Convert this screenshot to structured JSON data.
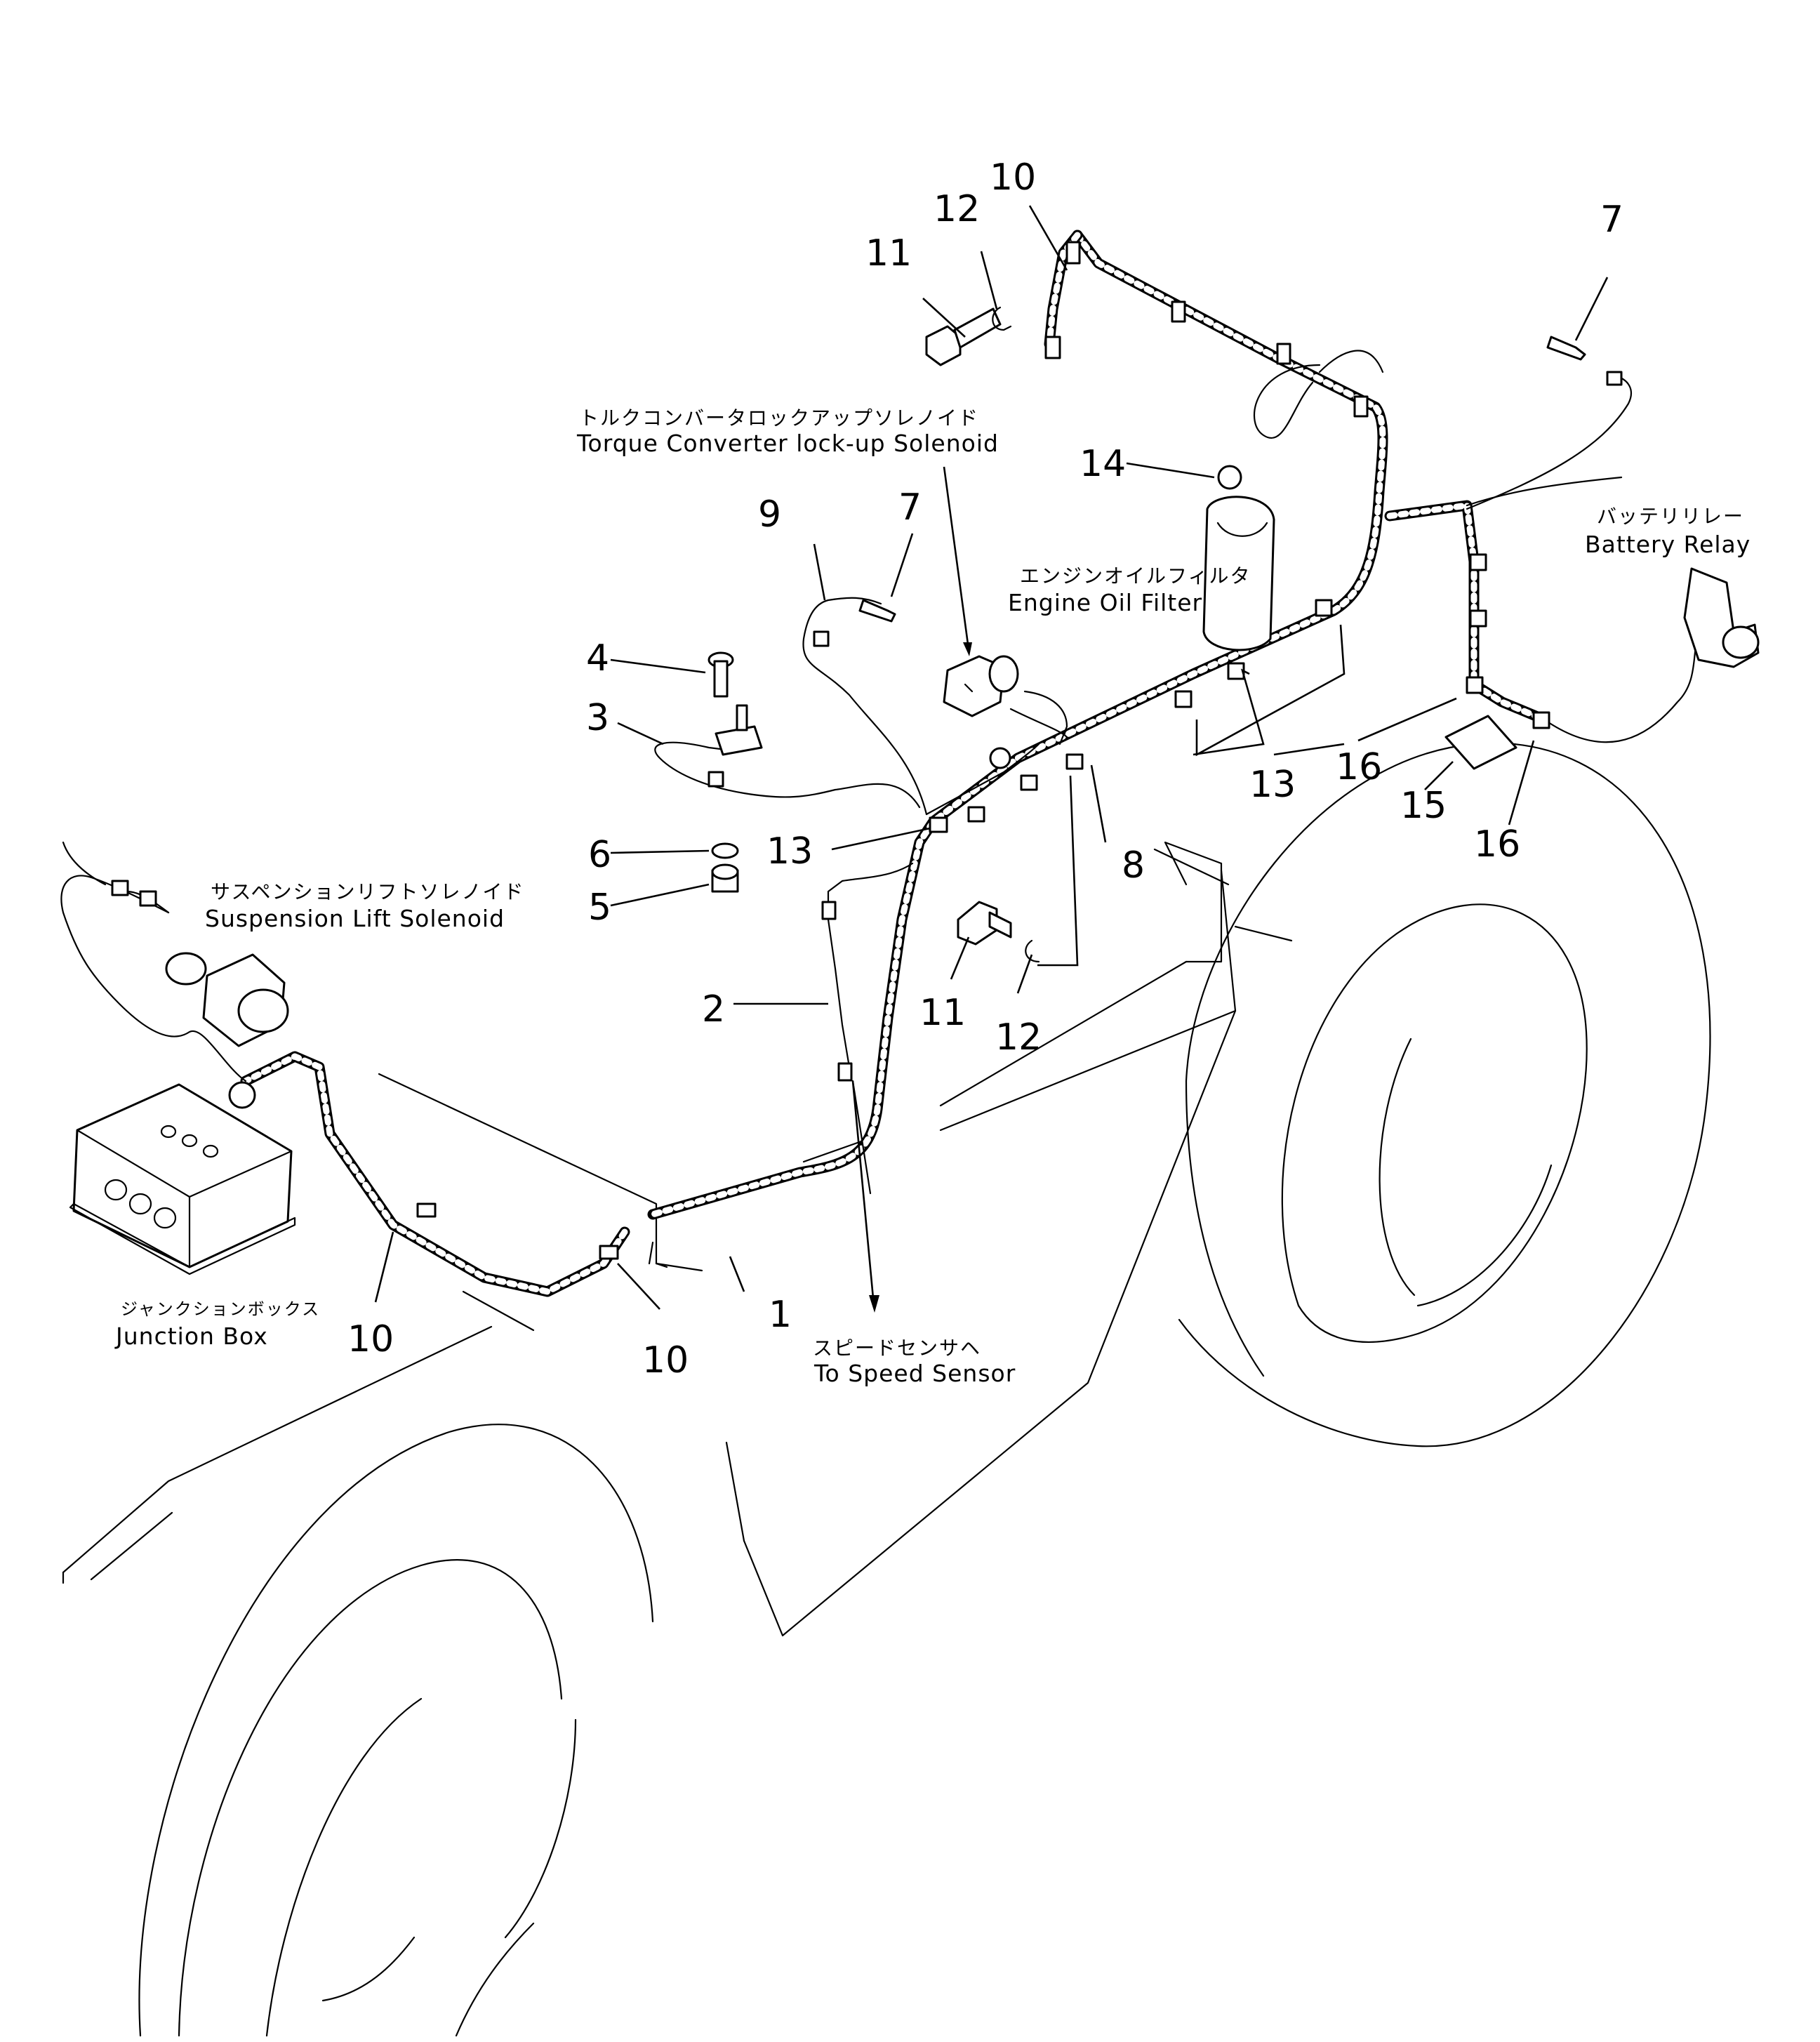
{
  "labels": {
    "torque_jp": "トルクコンバータロックアップソレノイド",
    "torque_en": "Torque  Converter  lock-up  Solenoid",
    "battery_jp": "バッテリリレー",
    "battery_en": "Battery  Relay",
    "oil_jp": "エンジンオイルフィルタ",
    "oil_en": "Engine  Oil  Filter",
    "susp_jp": "サスペンションリフトソレノイド",
    "susp_en": "Suspension  Lift  Solenoid",
    "junction_jp": "ジャンクションボックス",
    "junction_en": "Junction   Box",
    "speed_jp": "スピードセンサヘ",
    "speed_en": "To  Speed  Sensor"
  },
  "callouts": {
    "c1": "1",
    "c2": "2",
    "c3": "3",
    "c4": "4",
    "c5": "5",
    "c6": "6",
    "c7a": "7",
    "c7b": "7",
    "c8": "8",
    "c9": "9",
    "c10a": "10",
    "c10b": "10",
    "c10c": "10",
    "c11a": "11",
    "c11b": "11",
    "c12a": "12",
    "c12b": "12",
    "c13a": "13",
    "c13b": "13",
    "c14": "14",
    "c15": "15",
    "c16a": "16",
    "c16b": "16"
  }
}
